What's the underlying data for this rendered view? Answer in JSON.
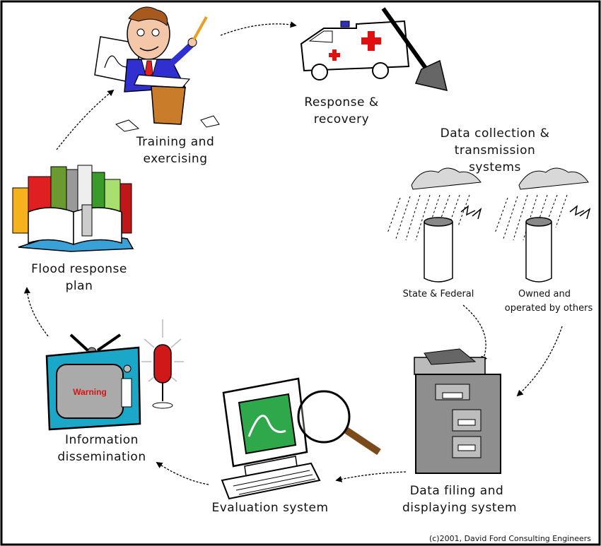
{
  "labels": {
    "training": [
      "Training and",
      "exercising"
    ],
    "response": [
      "Response &",
      "recovery"
    ],
    "data_collection": [
      "Data collection &",
      "transmission",
      "systems"
    ],
    "state_federal": "State & Federal",
    "owned_others": [
      "Owned and",
      "operated by others"
    ],
    "data_filing": [
      "Data filing and",
      "displaying system"
    ],
    "evaluation": "Evaluation system",
    "information": [
      "Information",
      "dissemination"
    ],
    "flood_plan": [
      "Flood response",
      "plan"
    ],
    "warning": "Warning"
  },
  "copyright": "(c)2001, David Ford Consulting Engineers",
  "colors": {
    "frame": "#000000",
    "tv_body": "#1aa7c8",
    "screen_green": "#2ea84a",
    "cabinet": "#8e8e8e",
    "podium": "#c97c2a",
    "warning_text": "#e01010"
  }
}
